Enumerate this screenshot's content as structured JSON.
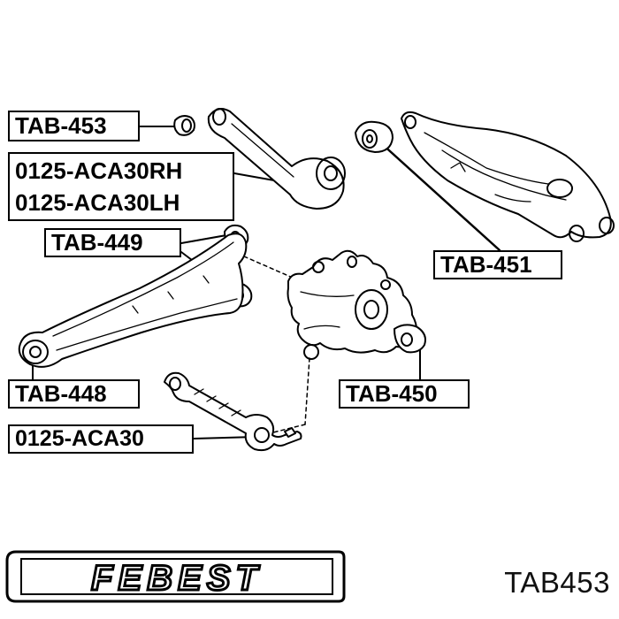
{
  "labels": {
    "tab453": "TAB-453",
    "aca30rh": "0125-ACA30RH",
    "aca30lh": "0125-ACA30LH",
    "tab449": "TAB-449",
    "tab451": "TAB-451",
    "tab448": "TAB-448",
    "tab450": "TAB-450",
    "aca30": "0125-ACA30"
  },
  "brand": {
    "logo_text": "FEBEST"
  },
  "part_number": "TAB453",
  "colors": {
    "ink": "#000000",
    "background": "#ffffff"
  }
}
